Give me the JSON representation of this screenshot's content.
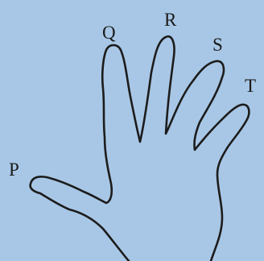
{
  "colors": {
    "background": "#a8c7e6",
    "outline": "#1c1c1c"
  },
  "labels": {
    "p": "P",
    "q": "Q",
    "r": "R",
    "s": "S",
    "t": "T"
  }
}
